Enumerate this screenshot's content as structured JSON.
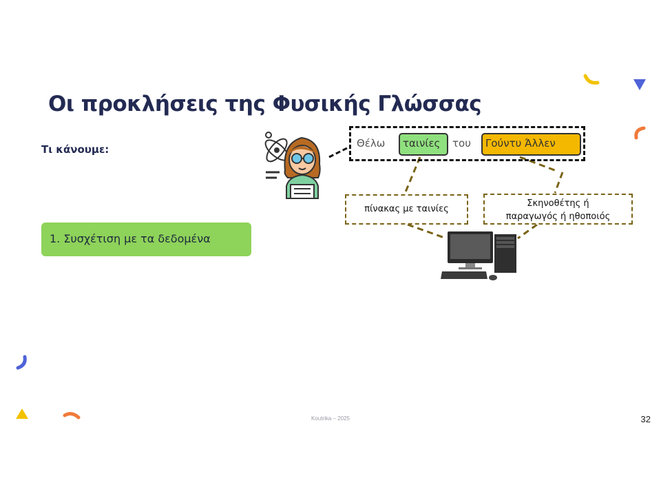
{
  "slide": {
    "title": "Οι προκλήσεις της Φυσικής Γλώσσας",
    "subtitle": "Τι κάνουμε:",
    "step": "1. Συσχέτιση με τα δεδομένα",
    "footer": "Koutrika – 2025",
    "page_number": "32"
  },
  "diagram": {
    "query": {
      "word_1": "Θέλω",
      "chip_1": "ταινίες",
      "word_2": "του",
      "chip_2": "Γούντυ Άλλεν"
    },
    "box_left": "πίνακας με ταινίες",
    "box_right_line_1": "Σκηνοθέτης ή",
    "box_right_line_2": "παραγωγός ή ηθοποιός",
    "icons": [
      "scientist-icon",
      "computer-icon"
    ]
  },
  "colors": {
    "title": "#232a52",
    "step_box": "#8ed35a",
    "chip_green": "#8fe07e",
    "chip_orange": "#f5b800",
    "dashed_connector": "#7a6418",
    "confetti_yellow": "#f2c200",
    "confetti_blue": "#4f63d8",
    "confetti_orange": "#f07a3a"
  }
}
